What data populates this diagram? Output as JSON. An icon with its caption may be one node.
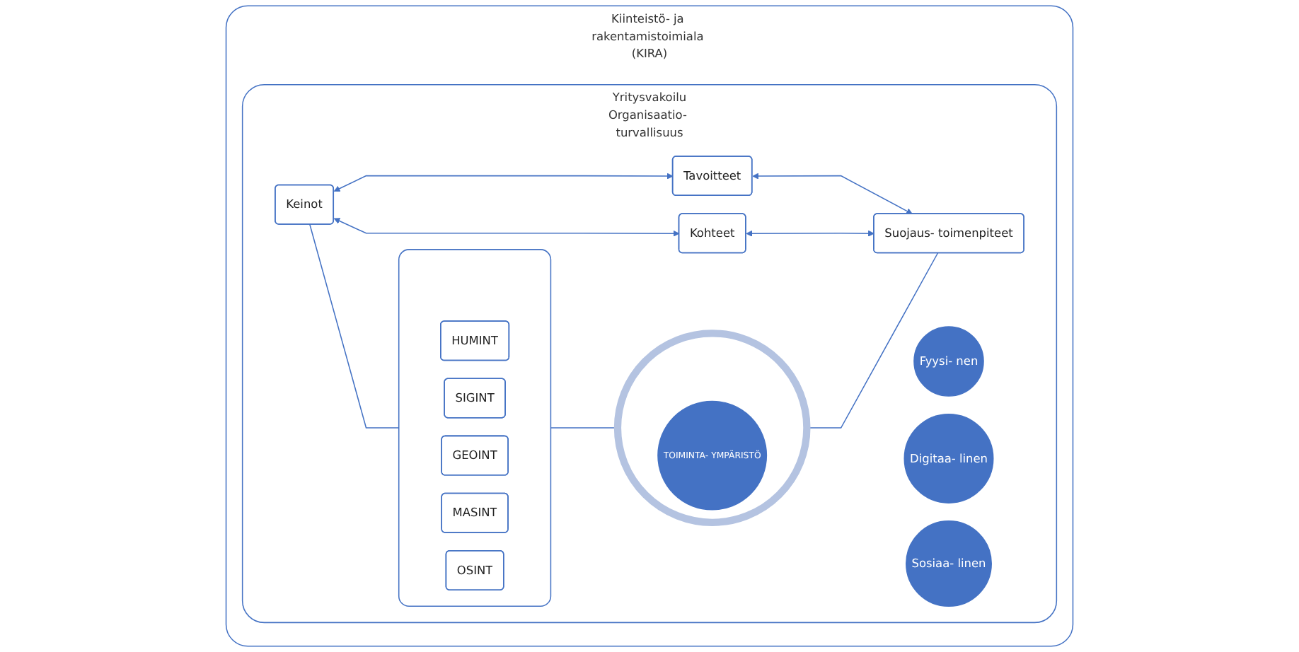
{
  "diagram": {
    "nodes": [
      {
        "text": [
          "Kiinteistö- ja rakentamistoimiala (KIRA)"
        ]
      },
      {
        "text": [
          "Yritysvakoilu",
          "Organisaatio- turvallisuus"
        ],
        "in": 0
      },
      {
        "text": [
          "Tavoitteet"
        ],
        "in": 1
      },
      {
        "text": [
          "Keinot"
        ],
        "in": 1
      },
      {
        "text": [
          "Kohteet"
        ],
        "in": 1
      },
      {
        "text": [],
        "shape": "box",
        "in": 1
      },
      {
        "text": [
          "HUMINT"
        ],
        "in": 5
      },
      {
        "text": [
          "SIGINT"
        ],
        "in": 5
      },
      {
        "text": [
          "GEOINT"
        ],
        "in": 5
      },
      {
        "text": [
          "MASINT"
        ],
        "in": 5
      },
      {
        "text": [
          "OSINT"
        ],
        "in": 5
      },
      {
        "text": [],
        "shape": "circle",
        "in": 1
      },
      {
        "text": [
          "Fyysi- nen"
        ],
        "in": 1
      },
      {
        "text": [
          "TOIMINTA- YMPÄRISTÖ"
        ],
        "in": 11
      },
      {
        "text": [
          "Digitaa- linen"
        ],
        "in": 1
      },
      {
        "text": [
          "Sosiaa- linen"
        ],
        "in": 1
      },
      {
        "text": [
          "Suojaus- toimenpiteet"
        ],
        "in": 1
      }
    ],
    "edges": [
      {
        "from": 3,
        "to": 2,
        "arrow": "both"
      },
      {
        "from": 3,
        "to": 4,
        "arrow": "both"
      },
      {
        "from": 3,
        "to": 5,
        "arrow": "none"
      },
      {
        "from": 5,
        "to": 11,
        "arrow": "none"
      },
      {
        "from": 11,
        "to": 16,
        "arrow": "none"
      },
      {
        "from": 2,
        "to": 16,
        "arrow": "both"
      },
      {
        "from": 4,
        "to": 16,
        "arrow": "both"
      }
    ]
  }
}
